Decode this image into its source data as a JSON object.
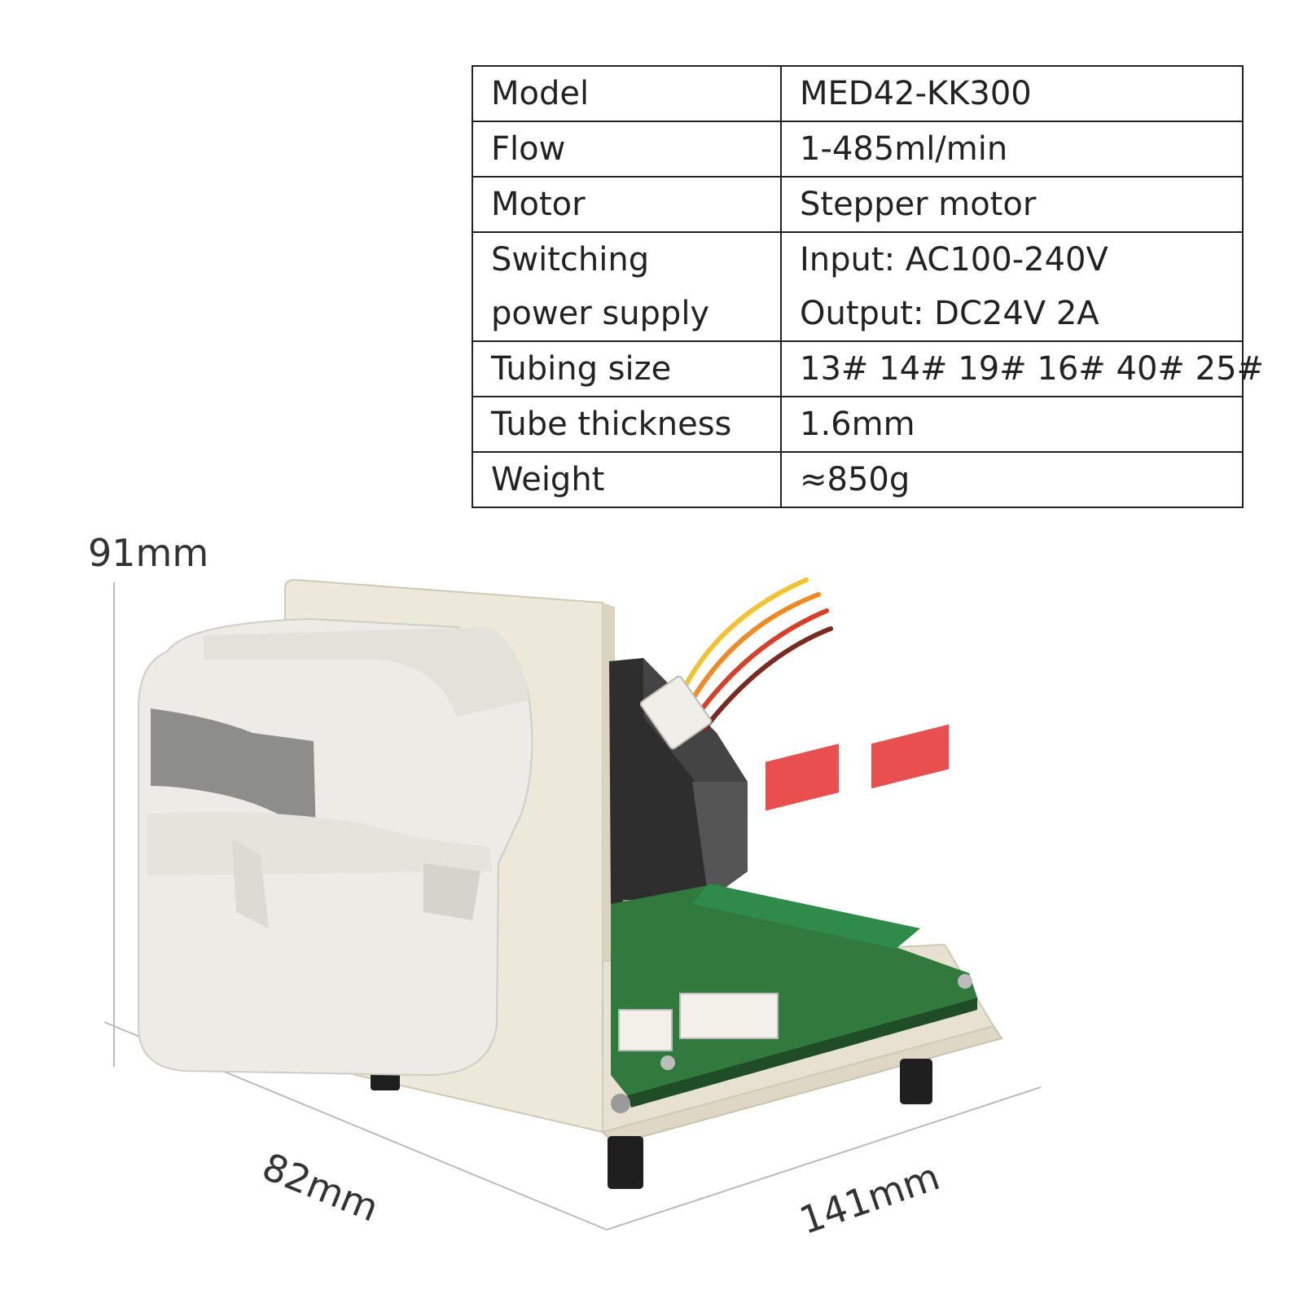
{
  "spec_table": {
    "rows": [
      {
        "key": "Model",
        "value": "MED42-KK300"
      },
      {
        "key": "Flow",
        "value": "1-485ml/min"
      },
      {
        "key": "Motor",
        "value": "Stepper motor"
      },
      {
        "key_lines": [
          "Switching",
          "power supply"
        ],
        "value_lines": [
          "Input: AC100-240V",
          "Output: DC24V 2A"
        ]
      },
      {
        "key": "Tubing size",
        "value": "13# 14# 19# 16# 40# 25#"
      },
      {
        "key": "Tube thickness",
        "value": "1.6mm"
      },
      {
        "key": "Weight",
        "value": "≈850g"
      }
    ]
  },
  "dimensions": {
    "height": "91mm",
    "depth": "82mm",
    "width": "141mm"
  },
  "colors": {
    "pump_head": "#ecebe5",
    "bracket": "#e9e5d8",
    "motor": "#2e2e2e",
    "pcb": "#2f7a3c",
    "dip_switch": "#e8504f",
    "terminal_block": "#2e8b4a"
  }
}
